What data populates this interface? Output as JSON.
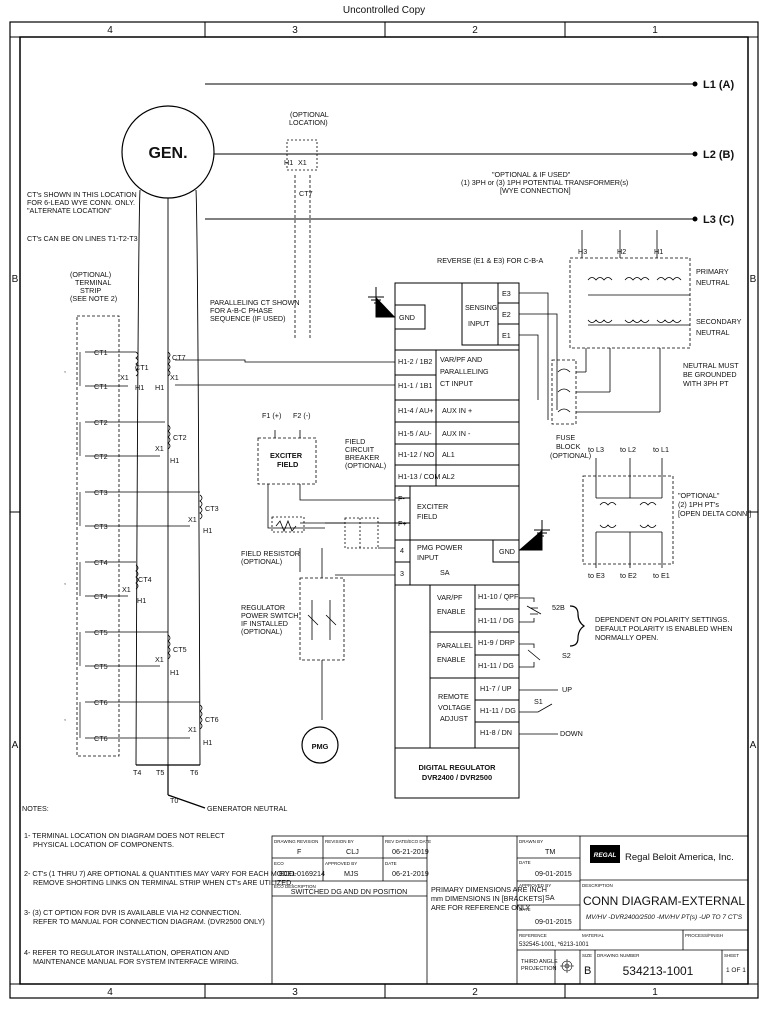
{
  "header": {
    "uncontrolled": "Uncontrolled Copy"
  },
  "zones": {
    "top": [
      "4",
      "3",
      "2",
      "1"
    ],
    "side": [
      "B",
      "A"
    ]
  },
  "gen": {
    "label": "GEN."
  },
  "lines": {
    "l1": "L1 (A)",
    "l2": "L2 (B)",
    "l3": "L3 (C)"
  },
  "notes_left": {
    "ct_loc": [
      "CT's SHOWN IN THIS LOCATION",
      "FOR 6-LEAD WYE CONN. ONLY.",
      "\"ALTERNATE LOCATION\"",
      "CT's CAN BE ON LINES T1-T2-T3"
    ],
    "optional_location": [
      "(OPTIONAL",
      "LOCATION)"
    ],
    "pt_note": [
      "\"OPTIONAL & IF USED\"",
      "(1) 3PH or (3) 1PH POTENTIAL TRANSFORMER(s)",
      "[WYE CONNECTION]"
    ],
    "terminal_strip": [
      "(OPTIONAL)",
      "TERMINAL",
      "STRIP",
      "(SEE NOTE 2)"
    ],
    "paralleling_ct": [
      "PARALLELING CT SHOWN",
      "FOR A-B-C PHASE",
      "SEQUENCE (IF USED)"
    ],
    "reverse": "REVERSE (E1 & E3) FOR C-B-A"
  },
  "ct_labels": {
    "ct1": "CT1",
    "ct2": "CT2",
    "ct3": "CT3",
    "ct4": "CT4",
    "ct5": "CT5",
    "ct6": "CT6",
    "ct7": "CT7",
    "x1": "X1",
    "h1": "H1",
    "comma": ","
  },
  "strip_bottom": {
    "t4": "T4",
    "t5": "T5",
    "t6": "T6",
    "t0": "T0",
    "gen_neutral": "GENERATOR NEUTRAL"
  },
  "regulator": {
    "gnd": "GND",
    "sensing": [
      "SENSING",
      "INPUT"
    ],
    "e3": "E3",
    "e2": "E2",
    "e1": "E1",
    "rows": [
      {
        "pin": "H1-2 / 1B2",
        "label": "VAR/PF AND"
      },
      {
        "pin": "H1-1 / 1B1",
        "label": "PARALLELING"
      },
      {
        "pin": "",
        "label": "CT INPUT"
      },
      {
        "pin": "H1-4 / AU+",
        "label": "AUX IN +"
      },
      {
        "pin": "H1-5 / AU-",
        "label": "AUX IN -"
      },
      {
        "pin": "H1-12 / NO",
        "label": "AL1"
      },
      {
        "pin": "H1-13 / COM",
        "label": "AL2"
      }
    ],
    "exciter": [
      "EXCITER",
      "FIELD"
    ],
    "fminus": "F-",
    "fplus": "F+",
    "pmg_pin": "4",
    "pmg_pin3": "3",
    "pmg_input": [
      "PMG POWER",
      "INPUT"
    ],
    "gnd2": "GND",
    "sa": "SA",
    "varpf": [
      "VAR/PF",
      "ENABLE"
    ],
    "h110": "H1-10 / QPF",
    "h111a": "H1-11 / DG",
    "parallel": [
      "PARALLEL",
      "ENABLE"
    ],
    "h19": "H1-9 / DRP",
    "h111b": "H1-11 / DG",
    "remote": [
      "REMOTE",
      "VOLTAGE",
      "ADJUST"
    ],
    "h17": "H1-7 / UP",
    "h111c": "H1-11 / DG",
    "h18": "H1-8 / DN",
    "title": [
      "DIGITAL REGULATOR",
      "DVR2400 / DVR2500"
    ]
  },
  "field": {
    "f1": "F1 (+)",
    "f2": "F2 (-)",
    "exciter": [
      "EXCITER",
      "FIELD"
    ],
    "breaker": [
      "FIELD",
      "CIRCUIT",
      "BREAKER",
      "(OPTIONAL)"
    ],
    "resistor": [
      "FIELD RESISTOR",
      "(OPTIONAL)"
    ],
    "power_switch": [
      "REGULATOR",
      "POWER SWITCH",
      "IF INSTALLED",
      "(OPTIONAL)"
    ],
    "pmg": "PMG"
  },
  "pt": {
    "h3": "H3",
    "h2": "H2",
    "h1": "H1",
    "primary": [
      "PRIMARY",
      "NEUTRAL"
    ],
    "secondary": [
      "SECONDARY",
      "NEUTRAL"
    ],
    "neutral_ground": [
      "NEUTRAL MUST",
      "BE GROUNDED",
      "WITH 3PH PT"
    ],
    "fuse": [
      "FUSE",
      "BLOCK",
      "(OPTIONAL)"
    ],
    "to_l3": "to L3",
    "to_l2": "to L2",
    "to_l1": "to L1",
    "delta": [
      "\"OPTIONAL\"",
      "(2) 1PH PT's",
      "[OPEN DELTA CONN.]"
    ],
    "to_e3": "to E3",
    "to_e2": "to E2",
    "to_e1": "to E1"
  },
  "switches": {
    "s52b": "52B",
    "s2": "S2",
    "s1": "S1",
    "up": "UP",
    "down": "DOWN",
    "polarity": [
      "DEPENDENT ON POLARITY SETTINGS.",
      "DEFAULT POLARITY IS ENABLED WHEN",
      "NORMALLY OPEN."
    ]
  },
  "notes": {
    "title": "NOTES:",
    "items": [
      [
        "1- TERMINAL LOCATION ON DIAGRAM DOES NOT RELECT",
        "PHYSICAL LOCATION OF COMPONENTS."
      ],
      [
        "2- CT's (1 THRU 7) ARE OPTIONAL & QUANTITIES MAY VARY FOR EACH MODEL",
        "REMOVE SHORTING LINKS ON TERMINAL STRIP WHEN CT's ARE UTILIZED."
      ],
      [
        "3- (3) CT OPTION FOR DVR IS AVAILABLE VIA H2 CONNECTION.",
        "REFER TO MANUAL FOR CONNECTION DIAGRAM. (DVR2500 ONLY)"
      ],
      [
        "4- REFER TO REGULATOR INSTALLATION, OPERATION AND",
        "MAINTENANCE MANUAL FOR SYSTEM INTERFACE WIRING."
      ]
    ]
  },
  "titleblock": {
    "drawing_revision_lbl": "DRAWING REVISION",
    "drawing_revision": "F",
    "revision_by_lbl": "REVISION BY",
    "revision_by": "CLJ",
    "rev_date_lbl": "REV DATE/ECO DATE",
    "rev_date": "06-21-2019",
    "eco_lbl": "ECO",
    "eco": "ECO-0169214",
    "approved_lbl": "APPROVED BY",
    "approved": "MJS",
    "date_lbl": "DATE",
    "date": "06-21-2019",
    "eco_desc_lbl": "ECO DESCRIPTION",
    "eco_desc": "SWITCHED DG AND DN POSITION",
    "dims": [
      "PRIMARY DIMENSIONS ARE INCH",
      "mm DIMENSIONS IN [BRACKETS]",
      "ARE FOR REFERENCE ONLY"
    ],
    "drawn_lbl": "DRAWN BY",
    "drawn": "TM",
    "drawn_date_lbl": "DATE",
    "drawn_date": "09-01-2015",
    "appr_lbl": "APPROVED BY",
    "appr": "SA",
    "appr_date_lbl": "DATE",
    "appr_date": "09-01-2015",
    "ref_lbl": "REFERENCE",
    "ref": "532545-1001, *6213-1001",
    "third_angle": [
      "THIRD ANGLE",
      "PROJECTION"
    ],
    "logo": "REGAL",
    "company": "Regal Beloit America, Inc.",
    "desc_lbl": "DESCRIPTION",
    "desc1": "CONN DIAGRAM-EXTERNAL",
    "desc2": "MV/HV -DVR2400/2500 -MV/HV PT(s) -UP TO 7 CT'S",
    "material_lbl": "MATERIAL",
    "process_lbl": "PROCESS/FINISH",
    "size_lbl": "SIZE",
    "size": "B",
    "dwg_lbl": "DRAWING NUMBER",
    "dwg": "534213-1001",
    "sheet_lbl": "SHEET",
    "sheet": "1 OF 1"
  }
}
